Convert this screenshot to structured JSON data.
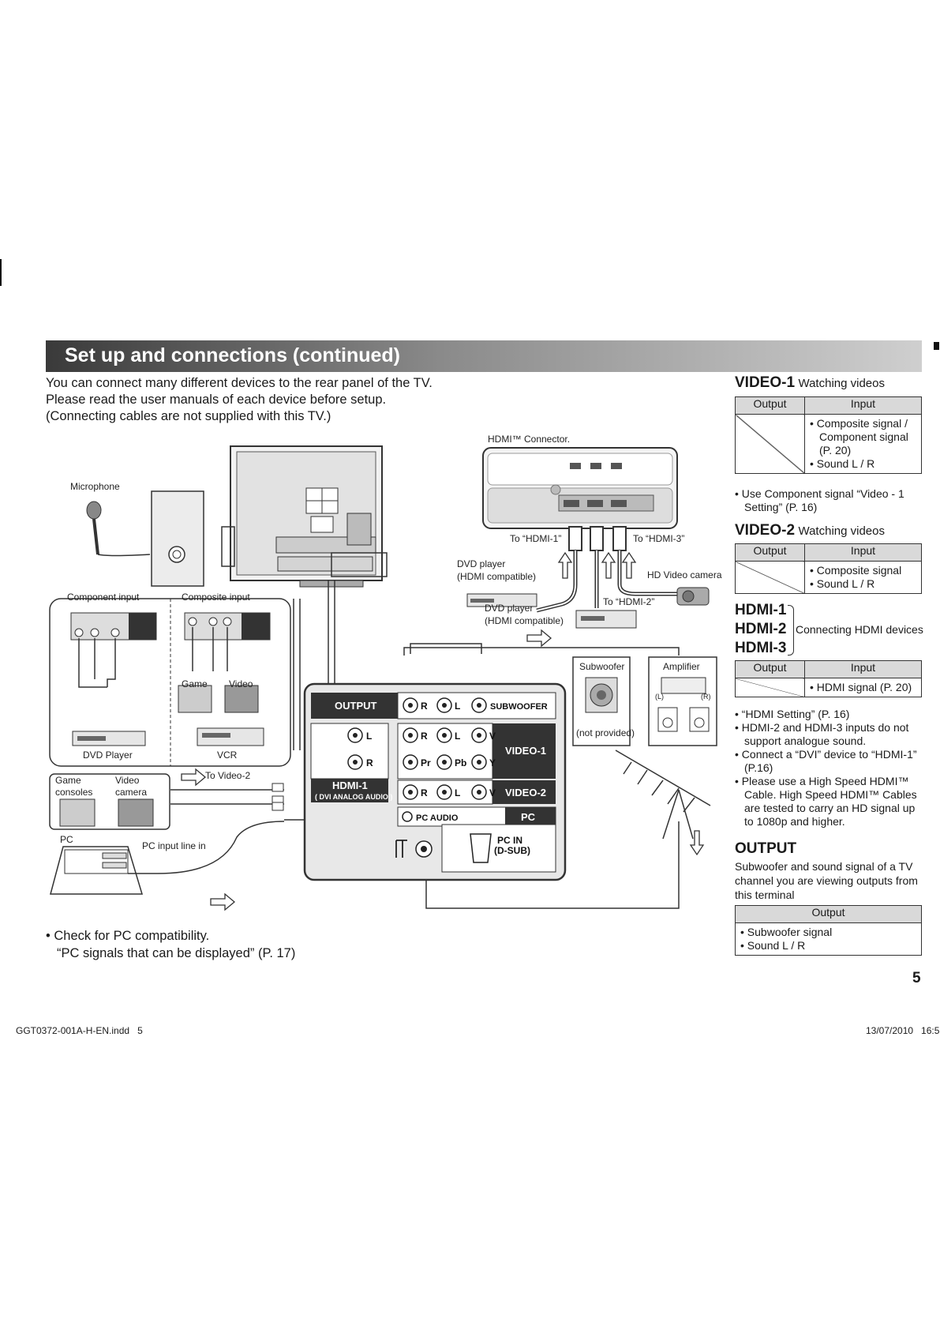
{
  "header": {
    "title": "Set up and connections (continued)"
  },
  "intro": [
    "You can connect many different devices to the rear panel of the TV.",
    "Please read the user manuals of each device before setup.",
    "(Connecting cables are not supplied with this TV.)"
  ],
  "diagram": {
    "hdmi_connector": "HDMI™ Connector.",
    "microphone": "Microphone",
    "to_hdmi1": "To “HDMI-1”",
    "to_hdmi3": "To “HDMI-3”",
    "to_hdmi2": "To “HDMI-2”",
    "dvd_player_hdmi_a": "DVD player",
    "dvd_player_hdmi_a2": "(HDMI compatible)",
    "dvd_player_hdmi_b": "DVD player",
    "dvd_player_hdmi_b2": "(HDMI compatible)",
    "hd_video_camera": "HD Video camera",
    "component_input": "Component input",
    "composite_input": "Composite input",
    "game": "Game",
    "video": "Video",
    "dvd_player": "DVD Player",
    "vcr": "VCR",
    "game_consoles_1": "Game",
    "game_consoles_2": "consoles",
    "video_camera_1": "Video",
    "video_camera_2": "camera",
    "to_video2": "To Video-2",
    "pc": "PC",
    "pc_input_line": "PC input line in",
    "subwoofer": "Subwoofer",
    "not_provided": "(not provided)",
    "amplifier": "Amplifier",
    "amp_l": "(L)",
    "amp_r": "(R)",
    "panel": {
      "output": "OUTPUT",
      "subwoofer": "SUBWOOFER",
      "video1": "VIDEO-1",
      "video2": "VIDEO-2",
      "hdmi1": "HDMI-1",
      "dvi_analog": "( DVI ANALOG AUDIO )",
      "pc": "PC",
      "pc_audio": "PC AUDIO",
      "pc_in": "PC IN",
      "d_sub": "(D-SUB)",
      "r": "R",
      "l": "L",
      "v": "V",
      "pr": "Pr",
      "pb": "Pb",
      "y": "Y"
    }
  },
  "note_pc": [
    "Check for PC compatibility.",
    "“PC signals that can be displayed” (P. 17)"
  ],
  "sidebar": {
    "video1": {
      "title": "VIDEO-1",
      "subtitle": "Watching videos",
      "col_output": "Output",
      "col_input": "Input",
      "inputs": [
        "Composite signal / Component signal (P. 20)",
        "Sound L / R"
      ],
      "notes": [
        "Use Component signal “Video - 1 Setting” (P. 16)"
      ]
    },
    "video2": {
      "title": "VIDEO-2",
      "subtitle": "Watching videos",
      "col_output": "Output",
      "col_input": "Input",
      "inputs": [
        "Composite signal",
        "Sound L / R"
      ]
    },
    "hdmi": {
      "titles": [
        "HDMI-1",
        "HDMI-2",
        "HDMI-3"
      ],
      "subtitle": "Connecting HDMI devices",
      "col_output": "Output",
      "col_input": "Input",
      "inputs": [
        "HDMI signal (P. 20)"
      ],
      "notes": [
        "“HDMI Setting” (P. 16)",
        "HDMI-2 and HDMI-3 inputs do not support analogue sound.",
        "Connect a “DVI” device to “HDMI-1” (P.16)",
        "Please use a High Speed HDMI™ Cable. High Speed HDMI™ Cables are tested to carry an HD signal up to 1080p and higher."
      ]
    },
    "output": {
      "title": "OUTPUT",
      "description": "Subwoofer and sound signal of a TV channel you are viewing outputs from this terminal",
      "col_output": "Output",
      "outputs": [
        "Subwoofer signal",
        "Sound L / R"
      ]
    }
  },
  "page_number": "5",
  "footer": {
    "file": "GGT0372-001A-H-EN.indd   5",
    "date": "13/07/2010   16:5"
  }
}
